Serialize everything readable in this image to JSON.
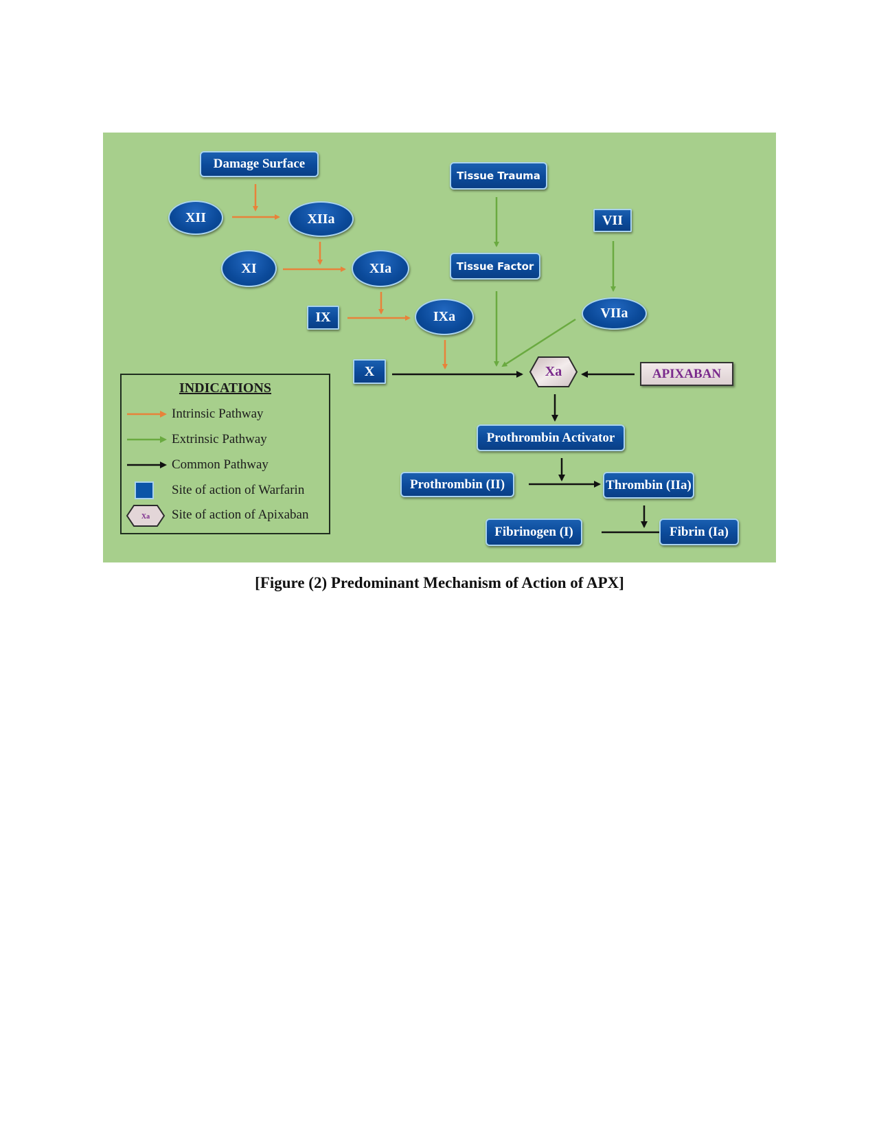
{
  "figure": {
    "caption": "[Figure (2) Predominant Mechanism of Action of APX]",
    "colors": {
      "background": "#a7cf8c",
      "node_fill": "#0b4a9a",
      "node_border": "#a9d3ee",
      "intrinsic_arrow": "#e8823a",
      "extrinsic_arrow": "#6aaa40",
      "common_arrow": "#111111",
      "apixaban_text": "#7a2a8c",
      "hexagon_fill": "#e6dadb"
    }
  },
  "nodes": {
    "damage_surface": "Damage Surface",
    "xii": "XII",
    "xiia": "XIIa",
    "xi": "XI",
    "xia": "XIa",
    "ix": "IX",
    "ixa": "IXa",
    "x": "X",
    "xa": "Xa",
    "tissue_trauma": "Tissue Trauma",
    "tissue_factor": "Tissue Factor",
    "vii": "VII",
    "viia": "VIIa",
    "apixaban": "APIXABAN",
    "prothrombin_activator": "Prothrombin Activator",
    "prothrombin": "Prothrombin (II)",
    "thrombin": "Thrombin (IIa)",
    "fibrinogen": "Fibrinogen (I)",
    "fibrin": "Fibrin (Ia)"
  },
  "edges": [
    {
      "from": "Damage Surface",
      "to": "XII→XIIa",
      "pathway": "intrinsic"
    },
    {
      "from": "XII",
      "to": "XIIa",
      "pathway": "intrinsic"
    },
    {
      "from": "XIIa",
      "to": "XI→XIa",
      "pathway": "intrinsic"
    },
    {
      "from": "XI",
      "to": "XIa",
      "pathway": "intrinsic"
    },
    {
      "from": "XIa",
      "to": "IX→IXa",
      "pathway": "intrinsic"
    },
    {
      "from": "IX",
      "to": "IXa",
      "pathway": "intrinsic"
    },
    {
      "from": "IXa",
      "to": "X→Xa",
      "pathway": "intrinsic"
    },
    {
      "from": "Tissue Trauma",
      "to": "Tissue Factor",
      "pathway": "extrinsic"
    },
    {
      "from": "Tissue Factor",
      "to": "X→Xa",
      "pathway": "extrinsic"
    },
    {
      "from": "VII",
      "to": "VIIa",
      "pathway": "extrinsic"
    },
    {
      "from": "VIIa",
      "to": "X→Xa",
      "pathway": "extrinsic"
    },
    {
      "from": "X",
      "to": "Xa",
      "pathway": "common"
    },
    {
      "from": "APIXABAN",
      "to": "Xa",
      "pathway": "common"
    },
    {
      "from": "Xa",
      "to": "Prothrombin Activator",
      "pathway": "common"
    },
    {
      "from": "Prothrombin Activator",
      "to": "Prothrombin→Thrombin",
      "pathway": "common"
    },
    {
      "from": "Prothrombin (II)",
      "to": "Thrombin (IIa)",
      "pathway": "common"
    },
    {
      "from": "Thrombin (IIa)",
      "to": "Fibrinogen→Fibrin",
      "pathway": "common"
    },
    {
      "from": "Fibrinogen (I)",
      "to": "Fibrin (Ia)",
      "pathway": "common"
    }
  ],
  "legend": {
    "title": "INDICATIONS",
    "items": [
      {
        "label": "Intrinsic Pathway",
        "icon": "orange-arrow-icon"
      },
      {
        "label": "Extrinsic Pathway",
        "icon": "green-arrow-icon"
      },
      {
        "label": "Common Pathway",
        "icon": "black-arrow-icon"
      },
      {
        "label": "Site of action of Warfarin",
        "icon": "blue-square-icon"
      },
      {
        "label": "Site of action of Apixaban",
        "icon": "hexagon-icon",
        "icon_text": "Xa"
      }
    ]
  }
}
